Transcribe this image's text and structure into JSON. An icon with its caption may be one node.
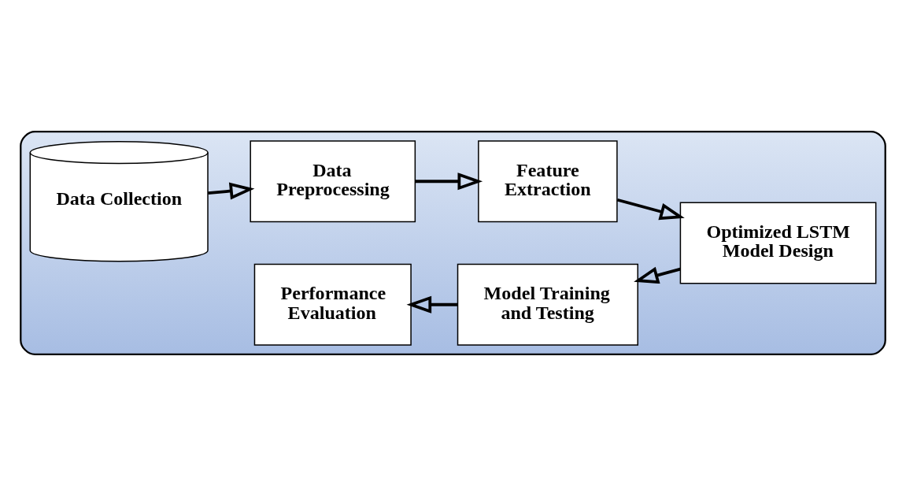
{
  "diagram": {
    "nodes": [
      {
        "text": [],
        "shape": "box"
      },
      {
        "text": [
          "Data Collection"
        ],
        "in": 0
      },
      {
        "text": [
          "Data Preprocessing"
        ],
        "in": 0
      },
      {
        "text": [
          "Feature Extraction"
        ],
        "in": 0
      },
      {
        "text": [
          "Optimized LSTM Model Design"
        ],
        "in": 0
      },
      {
        "text": [
          "Model Training and Testing"
        ],
        "in": 0
      },
      {
        "text": [
          "Performance Evaluation"
        ],
        "in": 0
      }
    ],
    "edges": [
      {
        "from": 1,
        "to": 2,
        "arrow": "to"
      },
      {
        "from": 2,
        "to": 3,
        "arrow": "to"
      },
      {
        "from": 3,
        "to": 4,
        "arrow": "to"
      },
      {
        "from": 4,
        "to": 5,
        "arrow": "to"
      },
      {
        "from": 5,
        "to": 6,
        "arrow": "to"
      }
    ]
  }
}
